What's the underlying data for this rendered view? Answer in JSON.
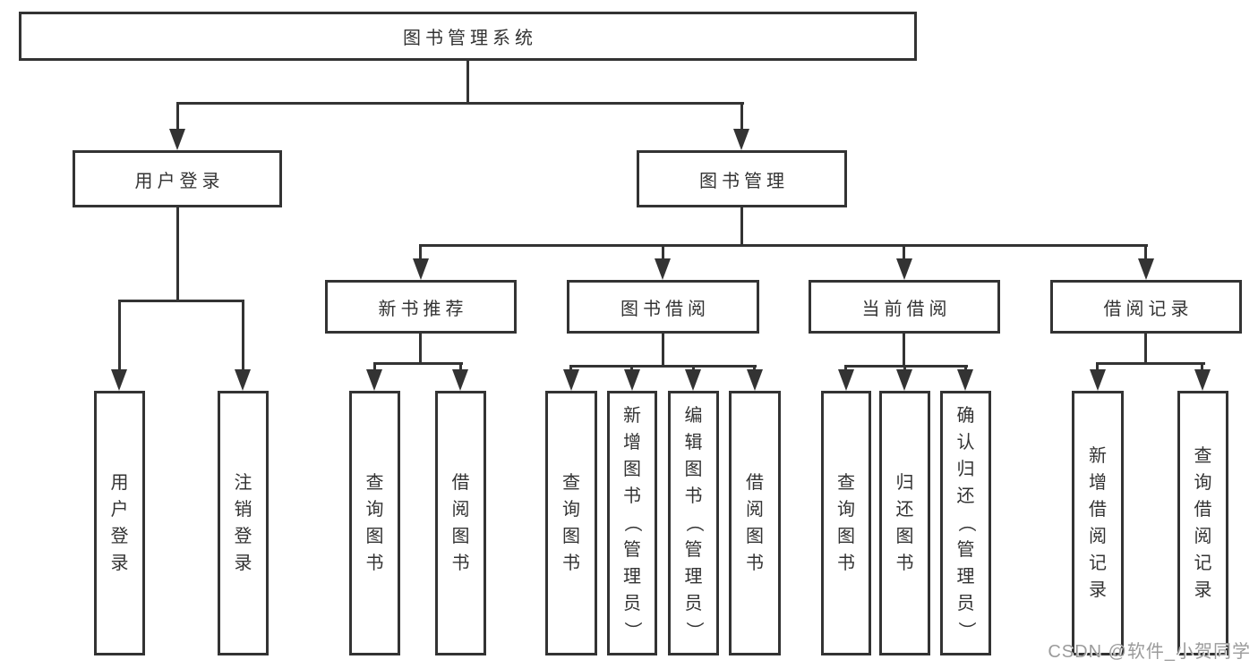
{
  "colors": {
    "background": "#ffffff",
    "line": "#333333",
    "text": "#333333",
    "watermark": "#9b9b9b"
  },
  "tree": {
    "root": {
      "label": "图书管理系统"
    },
    "level2": [
      {
        "label": "用户登录"
      },
      {
        "label": "图书管理"
      }
    ],
    "level3": [
      {
        "label": "新书推荐",
        "parent": "图书管理"
      },
      {
        "label": "图书借阅",
        "parent": "图书管理"
      },
      {
        "label": "当前借阅",
        "parent": "图书管理"
      },
      {
        "label": "借阅记录",
        "parent": "图书管理"
      }
    ],
    "leaves": [
      {
        "label": "用户登录",
        "parent": "用户登录"
      },
      {
        "label": "注销登录",
        "parent": "用户登录"
      },
      {
        "label": "查询图书",
        "parent": "新书推荐"
      },
      {
        "label": "借阅图书",
        "parent": "新书推荐"
      },
      {
        "label": "查询图书",
        "parent": "图书借阅"
      },
      {
        "label": "新增图书（管理员）",
        "parent": "图书借阅"
      },
      {
        "label": "编辑图书（管理员）",
        "parent": "图书借阅"
      },
      {
        "label": "借阅图书",
        "parent": "图书借阅"
      },
      {
        "label": "查询图书",
        "parent": "当前借阅"
      },
      {
        "label": "归还图书",
        "parent": "当前借阅"
      },
      {
        "label": "确认归还（管理员）",
        "parent": "当前借阅"
      },
      {
        "label": "新增借阅记录",
        "parent": "借阅记录"
      },
      {
        "label": "查询借阅记录",
        "parent": "借阅记录"
      }
    ]
  },
  "watermark": {
    "text": "CSDN @软件_小贺同学"
  }
}
